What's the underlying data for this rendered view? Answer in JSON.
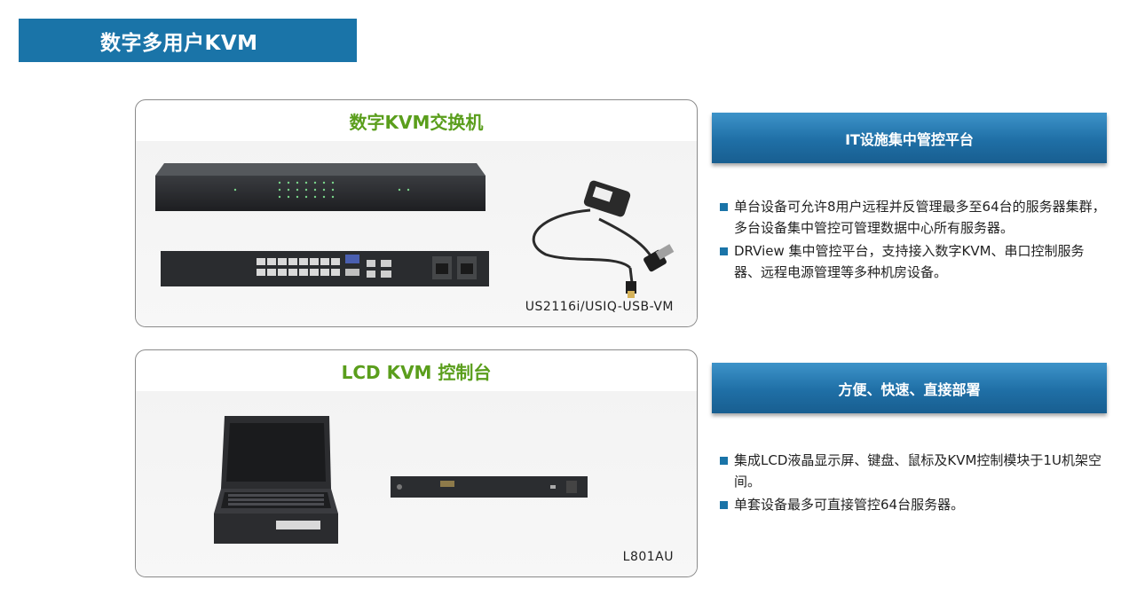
{
  "banner": {
    "title": "数字多用户KVM"
  },
  "cards": [
    {
      "title": "数字KVM交换机",
      "caption": "US2116i/USIQ-USB-VM"
    },
    {
      "title": "LCD KVM 控制台",
      "caption": "L801AU"
    }
  ],
  "sections": [
    {
      "header": "IT设施集中管控平台",
      "bullets": [
        "单台设备可允许8用户远程并反管理最多至64台的服务器集群，多台设备集中管控可管理数据中心所有服务器。",
        "DRView 集中管控平台，支持接入数字KVM、串口控制服务器、远程电源管理等多种机房设备。"
      ]
    },
    {
      "header": "方便、快速、直接部署",
      "bullets": [
        "集成LCD液晶显示屏、键盘、鼠标及KVM控制模块于1U机架空间。",
        "单套设备最多可直接管控64台服务器。"
      ]
    }
  ],
  "colors": {
    "brand_blue": "#1a74a8",
    "title_green": "#5a9e1c"
  }
}
